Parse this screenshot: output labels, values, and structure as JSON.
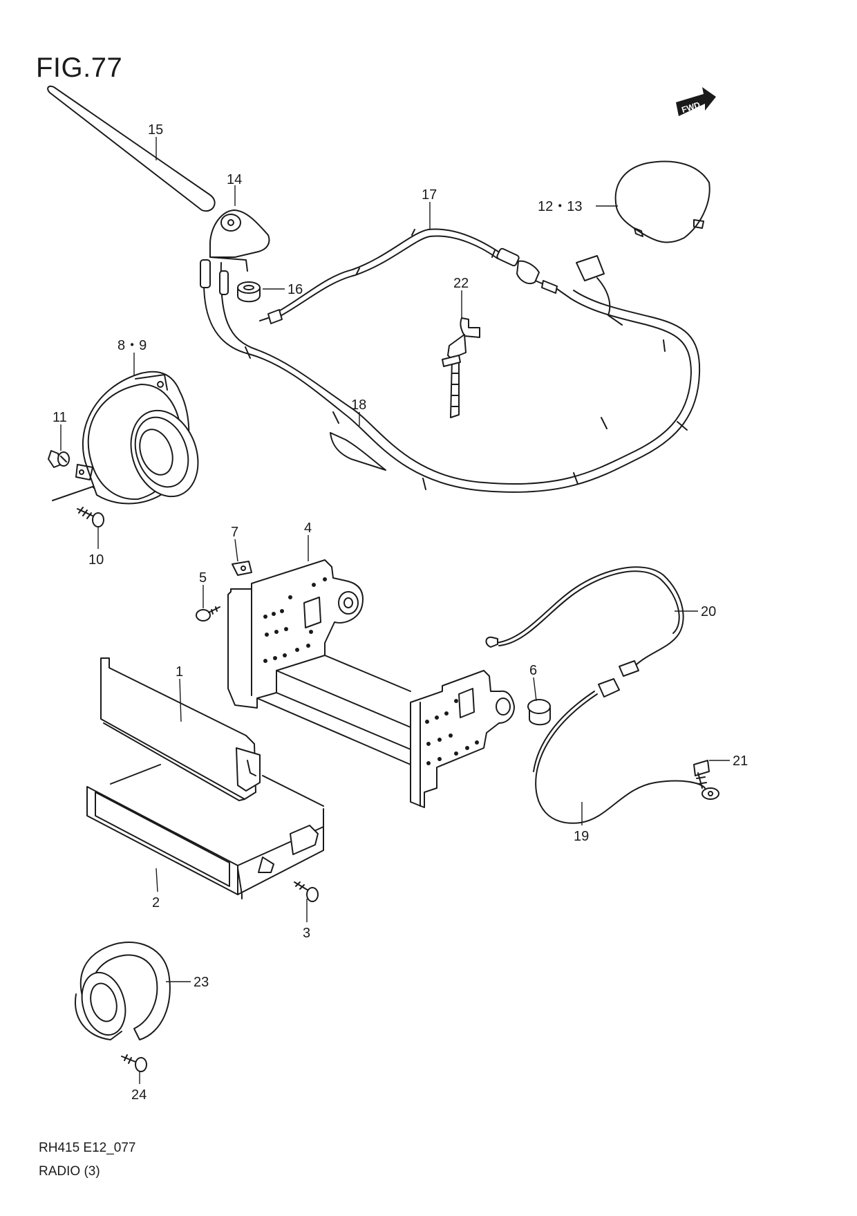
{
  "figure": {
    "title": "FIG.77",
    "code": "RH415 E12_077",
    "name": "RADIO (3)",
    "fwd_label": "FWD"
  },
  "callouts": [
    {
      "id": "c15",
      "label": "15"
    },
    {
      "id": "c14",
      "label": "14"
    },
    {
      "id": "c17",
      "label": "17"
    },
    {
      "id": "c1213",
      "label": "12・13"
    },
    {
      "id": "c16",
      "label": "16"
    },
    {
      "id": "c22",
      "label": "22"
    },
    {
      "id": "c89",
      "label": "8・9"
    },
    {
      "id": "c18",
      "label": "18"
    },
    {
      "id": "c11",
      "label": "11"
    },
    {
      "id": "c10",
      "label": "10"
    },
    {
      "id": "c7",
      "label": "7"
    },
    {
      "id": "c4",
      "label": "4"
    },
    {
      "id": "c5",
      "label": "5"
    },
    {
      "id": "c20",
      "label": "20"
    },
    {
      "id": "c1",
      "label": "1"
    },
    {
      "id": "c6",
      "label": "6"
    },
    {
      "id": "c21",
      "label": "21"
    },
    {
      "id": "c19",
      "label": "19"
    },
    {
      "id": "c2",
      "label": "2"
    },
    {
      "id": "c3",
      "label": "3"
    },
    {
      "id": "c23",
      "label": "23"
    },
    {
      "id": "c24",
      "label": "24"
    }
  ]
}
